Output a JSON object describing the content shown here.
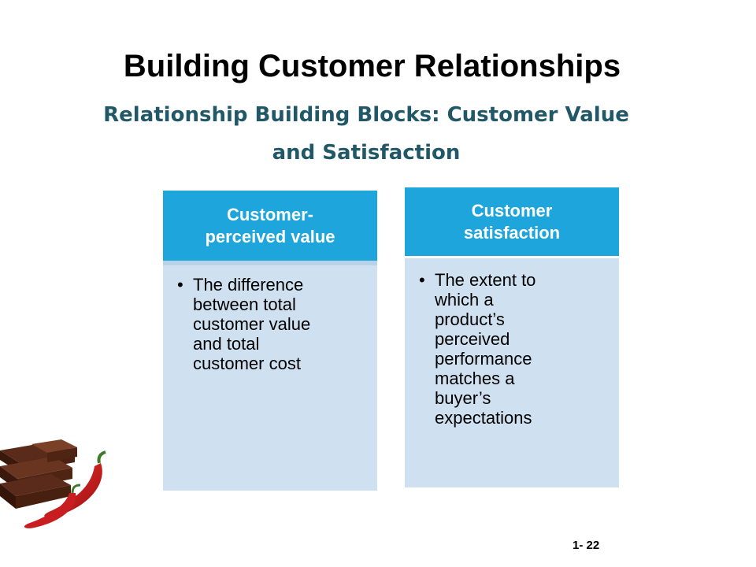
{
  "slide": {
    "title": "Building Customer Relationships",
    "subtitle_line1": "Relationship Building Blocks: Customer Value",
    "subtitle_line2": "and Satisfaction",
    "slide_number": "1- 22"
  },
  "blocks": [
    {
      "header_line1": "Customer-",
      "header_line2": "perceived value",
      "bullet": "•",
      "body_lines": [
        "The difference",
        "between total",
        "customer value",
        "and total",
        "customer cost"
      ]
    },
    {
      "header_line1": "Customer",
      "header_line2": "satisfaction",
      "bullet": "•",
      "body_lines": [
        "The extent to",
        "which a",
        "product’s",
        "perceived",
        "performance",
        "matches a",
        "buyer’s",
        "expectations"
      ]
    }
  ],
  "colors": {
    "title": "#000000",
    "subtitle": "#215868",
    "header_fill": "#1ea5dc",
    "header_text": "#ffffff",
    "body_fill": "#cfe0f1"
  },
  "decoration": {
    "icon": "chocolate-and-chili-image"
  }
}
